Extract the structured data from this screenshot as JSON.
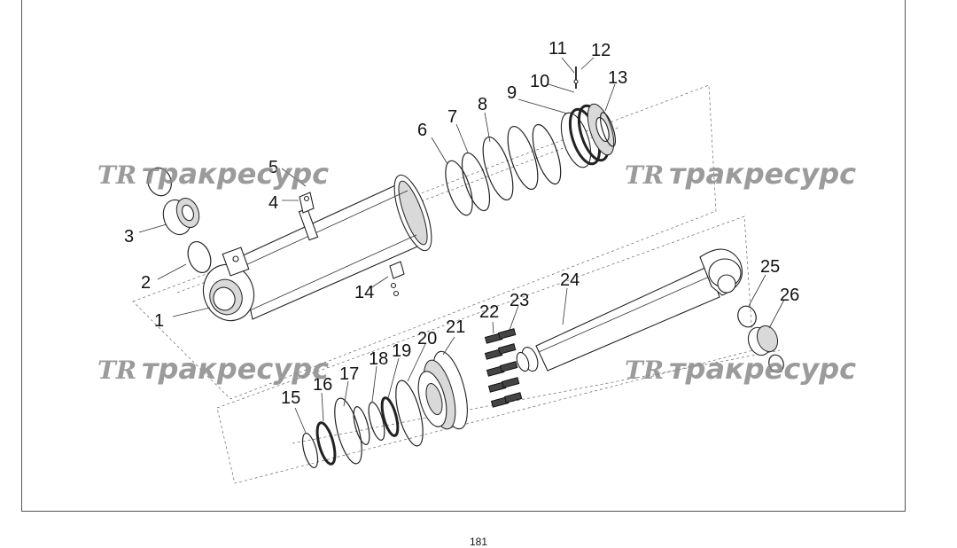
{
  "page_number": "181",
  "watermark": {
    "logo": "TR",
    "text": "тракресурс"
  },
  "callouts": [
    "1",
    "2",
    "3",
    "4",
    "5",
    "6",
    "7",
    "8",
    "9",
    "10",
    "11",
    "12",
    "13",
    "14",
    "15",
    "16",
    "17",
    "18",
    "19",
    "20",
    "21",
    "22",
    "23",
    "24",
    "25",
    "26"
  ]
}
